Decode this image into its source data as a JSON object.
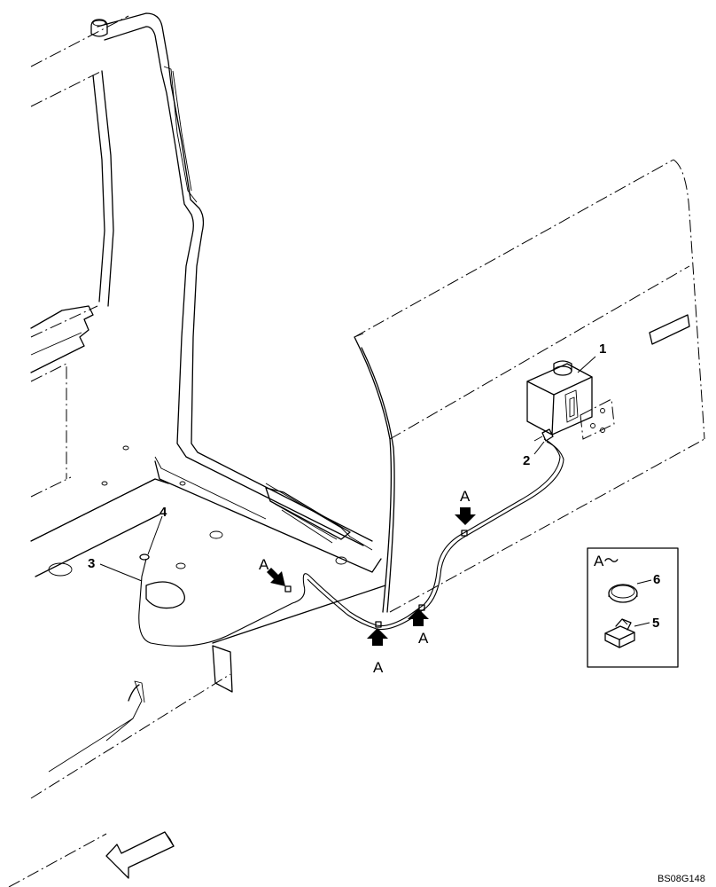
{
  "callouts": {
    "c1": "1",
    "c2": "2",
    "c3": "3",
    "c4": "4",
    "c5": "5",
    "c6": "6"
  },
  "detail_markers": {
    "a1": "A",
    "a2": "A",
    "a3": "A",
    "a4": "A"
  },
  "legend": {
    "title": "A～"
  },
  "drawing_id": "BS08G148",
  "icons": [
    "direction-arrow-icon",
    "marker-arrow-icon",
    "hose-clamp-icon",
    "clip-icon",
    "washer-tank-icon"
  ]
}
